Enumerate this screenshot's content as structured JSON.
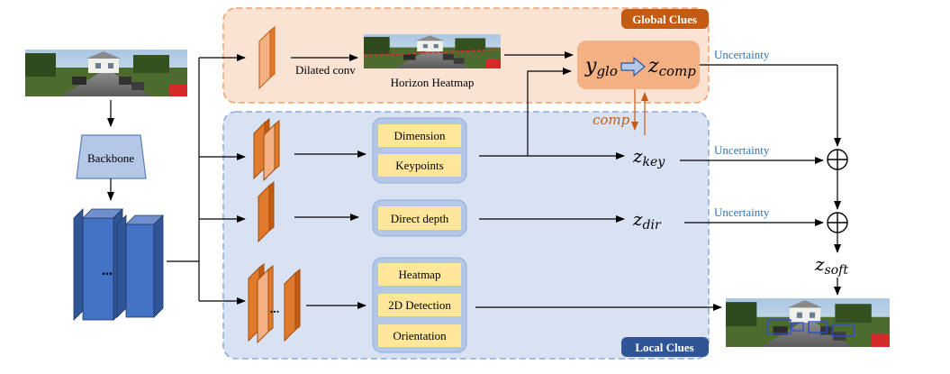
{
  "global_clues": {
    "title": "Global Clues",
    "ops": {
      "dilated_conv": "Dilated conv",
      "horizon_heatmap": "Horizon Heatmap"
    },
    "formula": {
      "y_main": "y",
      "y_sub": "glo",
      "z_main": "z",
      "z_sub": "comp"
    },
    "uncertainty": "Uncertainty"
  },
  "local_clues": {
    "title": "Local Clues",
    "keypoint_branch": {
      "items": [
        "Dimension",
        "Keypoints"
      ]
    },
    "depth_branch": {
      "items": [
        "Direct depth"
      ]
    },
    "detection_branch": {
      "items": [
        "Heatmap",
        "2D Detection",
        "Orientation"
      ]
    }
  },
  "comp_label": "comp",
  "backbone": {
    "label": "Backbone",
    "ellipsis": "..."
  },
  "ellipsis": "...",
  "outputs": {
    "key": {
      "main": "z",
      "sub": "key",
      "uncertainty": "Uncertainty"
    },
    "dir": {
      "main": "z",
      "sub": "dir",
      "uncertainty": "Uncertainty"
    },
    "soft": {
      "main": "z",
      "sub": "soft"
    }
  },
  "colors": {
    "global_fill": "#fbe3d3",
    "global_border": "#f0a070",
    "global_title_bg": "#c55a11",
    "local_fill": "#d9e2f3",
    "local_border": "#8faadc",
    "local_title_bg": "#2f5597",
    "feature_orange": "#e07b2e",
    "feature_blue": "#4472c4",
    "box_yellow": "#ffe699",
    "box_border": "#8faadc",
    "formula_bg": "#f4b183",
    "comp_arrow": "#c55a11",
    "uncertainty_text": "#2e75b6"
  }
}
